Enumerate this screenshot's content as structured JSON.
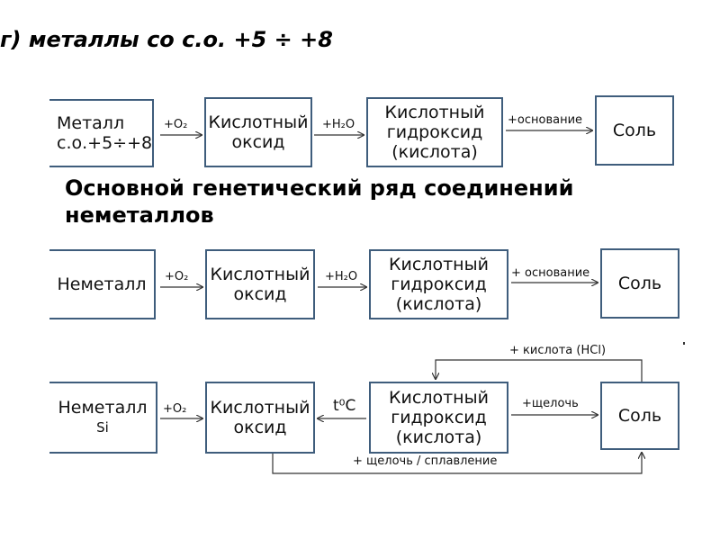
{
  "heading": "г) металлы со с.о. +5 ÷ +8",
  "subtitle_lines": [
    "Основной генетический ряд соединений",
    "неметаллов"
  ],
  "row1": {
    "metal": [
      "Металл",
      "с.о.+5÷+8"
    ],
    "oxide": [
      "Кислотный",
      "оксид"
    ],
    "hydroxide": [
      "Кислотный",
      "гидроксид",
      "(кислота)"
    ],
    "salt": "Соль",
    "label_o2": "+O₂",
    "label_h2o": "+H₂O",
    "label_base": "+основание"
  },
  "row2": {
    "nonmetal": "Неметалл",
    "oxide": [
      "Кислотный",
      "оксид"
    ],
    "hydroxide": [
      "Кислотный",
      "гидроксид",
      "(кислота)"
    ],
    "salt": "Соль",
    "label_o2": "+O₂",
    "label_h2o": "+H₂O",
    "label_base": "+ основание"
  },
  "row3": {
    "nonmetal": [
      "Неметалл",
      "Si"
    ],
    "oxide": [
      "Кислотный",
      "оксид"
    ],
    "hydroxide": [
      "Кислотный",
      "гидроксид",
      "(кислота)"
    ],
    "salt": "Соль",
    "label_o2": "+O₂",
    "label_temp": "t⁰C",
    "label_alkali": "+щелочь",
    "label_acid": "+ кислота (HCl)",
    "label_fusion": "+ щелочь / сплавление"
  }
}
